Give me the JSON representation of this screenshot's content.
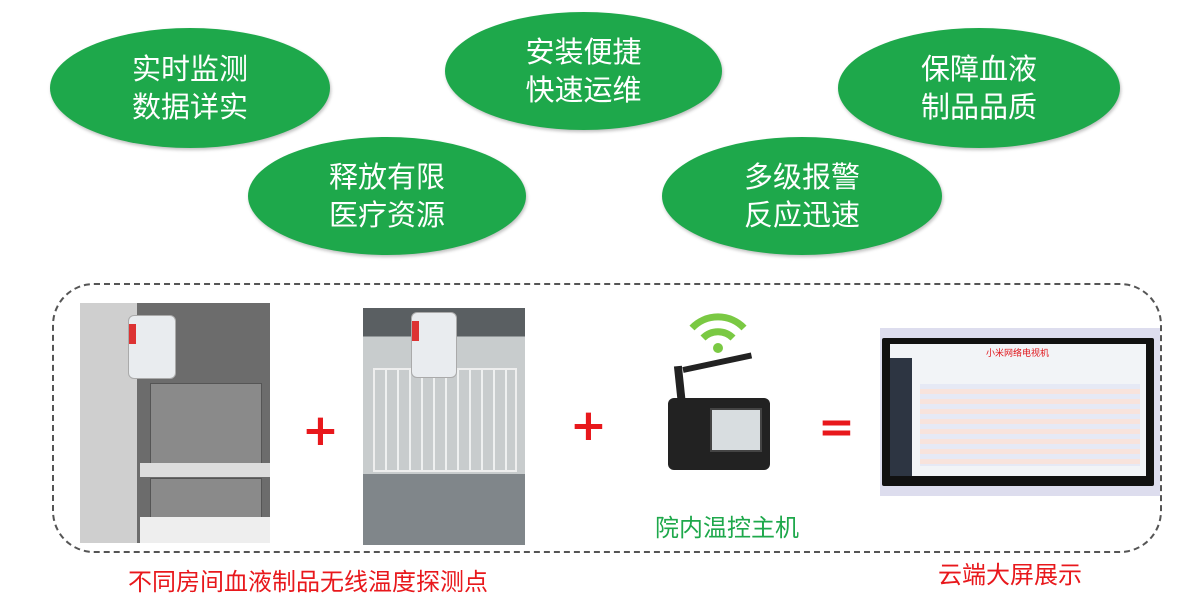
{
  "features": [
    {
      "line1": "实时监测",
      "line2": "数据详实"
    },
    {
      "line1": "安装便捷",
      "line2": "快速运维"
    },
    {
      "line1": "保障血液",
      "line2": "制品品质"
    },
    {
      "line1": "释放有限",
      "line2": "医疗资源"
    },
    {
      "line1": "多级报警",
      "line2": "反应迅速"
    }
  ],
  "operators": {
    "plus": "+",
    "equals": "="
  },
  "labels": {
    "sensors": "不同房间血液制品无线温度探测点",
    "host": "院内温控主机",
    "cloud": "云端大屏展示"
  },
  "tv_caption": "小米网络电视机",
  "colors": {
    "green": "#1ea84b",
    "red": "#e8181c"
  }
}
